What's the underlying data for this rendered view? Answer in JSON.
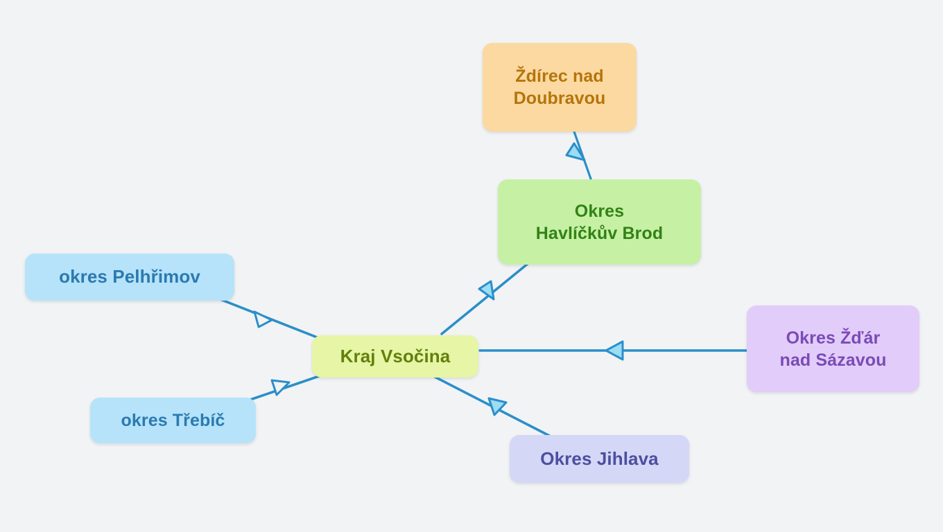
{
  "diagram": {
    "type": "mind-map",
    "background_color": "#f2f3f5",
    "edge_color": "#2a8fc9",
    "arrowhead_fill": "#9ddcf5",
    "center_id": "center",
    "nodes": [
      {
        "id": "center",
        "label": "Kraj Vsočina",
        "fill": "#e7f5a6",
        "text_color": "#62800d"
      },
      {
        "id": "zdirec",
        "label": "Ždírec nad\nDoubravou",
        "fill": "#fbd9a0",
        "text_color": "#b5740c"
      },
      {
        "id": "havlickuv",
        "label": "Okres\nHavlíčkův Brod",
        "fill": "#c6f0a4",
        "text_color": "#318317"
      },
      {
        "id": "pelhrimov",
        "label": "okres Pelhřimov",
        "fill": "#b6e3fa",
        "text_color": "#2b7ab0"
      },
      {
        "id": "zdar",
        "label": "Okres Žďár\nnad Sázavou",
        "fill": "#e2ccfa",
        "text_color": "#7a4bb5"
      },
      {
        "id": "trebic",
        "label": "okres Třebíč",
        "fill": "#b6e3fa",
        "text_color": "#2b7ab0"
      },
      {
        "id": "jihlava",
        "label": "Okres Jihlava",
        "fill": "#d5d7f6",
        "text_color": "#4b4fa0"
      }
    ],
    "edges": [
      {
        "from": "zdirec",
        "to": "havlickuv"
      },
      {
        "from": "havlickuv",
        "to": "center"
      },
      {
        "from": "pelhrimov",
        "to": "center"
      },
      {
        "from": "zdar",
        "to": "center"
      },
      {
        "from": "trebic",
        "to": "center"
      },
      {
        "from": "jihlava",
        "to": "center"
      }
    ]
  }
}
